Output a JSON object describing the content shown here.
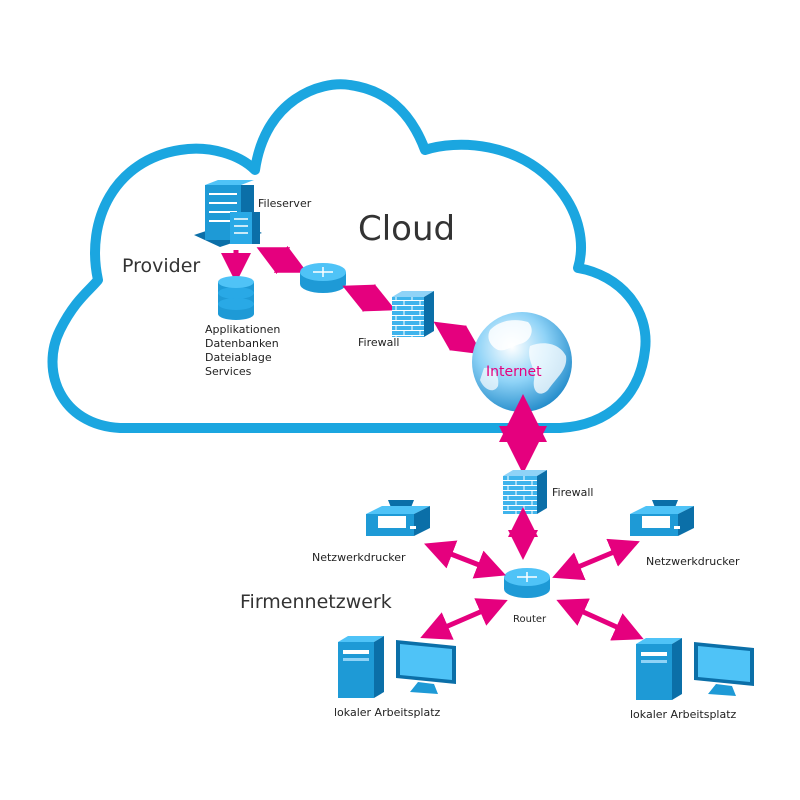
{
  "colors": {
    "cloud_stroke": "#1ba6e0",
    "cloud_fill": "#ffffff",
    "arrow": "#e5007e",
    "device_light": "#4fc3f7",
    "device_mid": "#1e9ad6",
    "device_dark": "#0b6fa8",
    "internet_text": "#e5007e"
  },
  "cloud": {
    "title": "Cloud",
    "provider_label": "Provider",
    "fileserver_label": "Fileserver",
    "services": [
      "Applikationen",
      "Datenbanken",
      "Dateiablage",
      "Services"
    ],
    "firewall_label": "Firewall",
    "internet_label": "Internet"
  },
  "network": {
    "title": "Firmennetzwerk",
    "firewall_label": "Firewall",
    "router_label": "Router",
    "printer_left_label": "Netzwerkdrucker",
    "printer_right_label": "Netzwerkdrucker",
    "workstation_left_label": "lokaler Arbeitsplatz",
    "workstation_right_label": "lokaler Arbeitsplatz"
  },
  "icons": {
    "fileserver": "server-icon",
    "database": "database-icon",
    "router": "router-icon",
    "firewall": "firewall-icon",
    "globe": "globe-icon",
    "printer": "printer-icon",
    "workstation": "workstation-icon"
  }
}
